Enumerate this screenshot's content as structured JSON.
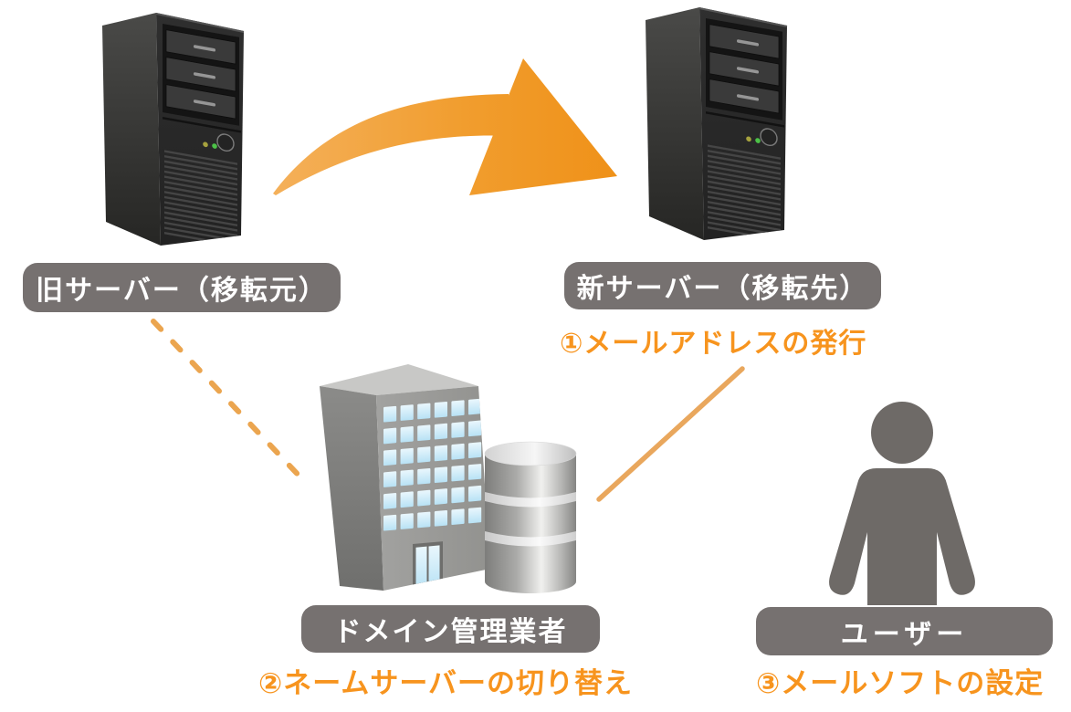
{
  "diagram": {
    "nodes": {
      "old_server": {
        "label": "旧サーバー（移転元）"
      },
      "new_server": {
        "label": "新サーバー（移転先）"
      },
      "domain_registrar": {
        "label": "ドメイン管理業者"
      },
      "user": {
        "label": "ユーザー"
      }
    },
    "steps": {
      "issue_mail_address": "①メールアドレスの発行",
      "switch_name_server": "②ネームサーバーの切り替え",
      "configure_mail_software": "③メールソフトの設定"
    },
    "icons": {
      "old_server": "server-tower-icon",
      "new_server": "server-tower-icon",
      "migration_arrow": "curved-arrow-icon",
      "domain_registrar": "office-building-icon",
      "database": "database-cylinder-icon",
      "user": "person-silhouette-icon"
    },
    "colors": {
      "background": "#FFFFFF",
      "label_background": "#767170",
      "label_text": "#FFFFFF",
      "step_text_orange": "#F7941E",
      "arrow_orange": "#F09018",
      "connector_orange": "#EBA54F",
      "figure_gray": "#6E6A67"
    }
  }
}
